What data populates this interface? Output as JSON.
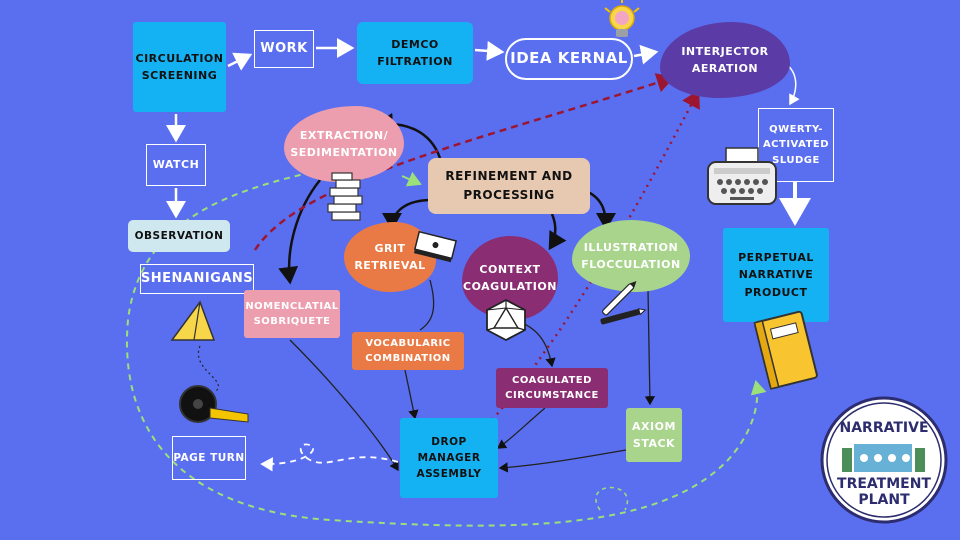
{
  "nodes": {
    "circulation": "CIRCULATION\nSCREENING",
    "work": "WORK",
    "demco": "DEMCO\nFILTRATION",
    "idea": "IDEA KERNAL",
    "interjector": "INTERJECTOR\nAERATION",
    "qwerty": "QWERTY-\nACTIVATED\nSLUDGE",
    "perpetual": "PERPETUAL\nNARRATIVE\nPRODUCT",
    "watch": "WATCH",
    "observation": "OBSERVATION",
    "shenanigans": "SHENANIGANS",
    "extraction": "EXTRACTION/\nSEDIMENTATION",
    "refinement": "REFINEMENT AND\nPROCESSING",
    "grit": "GRIT\nRETRIEVAL",
    "context": "CONTEXT\nCOAGULATION",
    "illustration": "ILLUSTRATION\nFLOCCULATION",
    "nomenclatial": "NOMENCLATIAL\nSOBRIQUETE",
    "vocabularic": "VOCABULARIC\nCOMBINATION",
    "coagulated": "COAGULATED\nCIRCUMSTANCE",
    "axiom": "AXIOM\nSTACK",
    "drop_manager": "DROP MANAGER\nASSEMBLY",
    "page_turn": "PAGE TURN"
  },
  "logo": {
    "line1": "NARRATIVE",
    "line2": "TREATMENT",
    "line3": "PLANT"
  },
  "colors": {
    "background": "#5a6ff0",
    "cyan": "#14b2f2",
    "purple": "#5b3ba5",
    "pink": "#ec9eae",
    "beige": "#e7c9b1",
    "orange": "#e97a45",
    "magenta": "#8a2d73",
    "green": "#a8d48c",
    "light_blue": "#cfe7ee",
    "dark_red": "#9c1630"
  }
}
